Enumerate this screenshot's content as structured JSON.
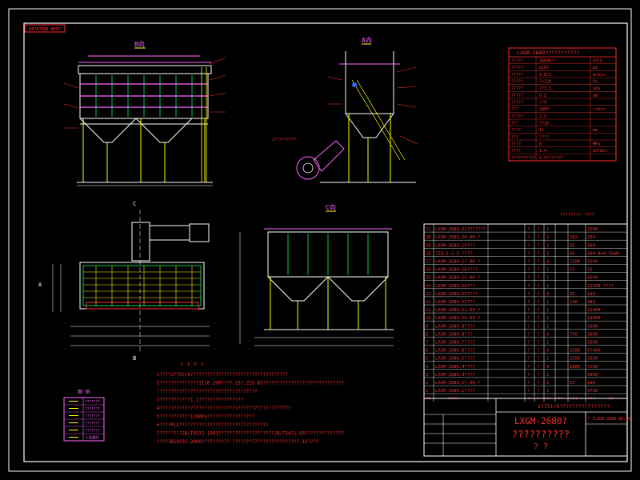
{
  "stamp": "00787888-8097",
  "views": {
    "view_b_label": "B向",
    "view_a_label": "A向",
    "view_c_label": "C向",
    "view_c_letter": "C",
    "view_b_letter": "B",
    "view_a_letter": "A",
    "fan_note": "2?????????"
  },
  "spec_table": {
    "title": "LXGM-2680???????????",
    "rows": [
      [
        "?????",
        "28000/?",
        "m3/h"
      ],
      [
        "?????",
        "6287",
        "m2"
      ],
      [
        "?????",
        "1.8~2",
        "m/min"
      ],
      [
        "?????",
        "?<120",
        "Pa"
      ],
      [
        "?????",
        "??3.5",
        "kPa"
      ],
      [
        "?????",
        "0.5",
        "kW"
      ],
      [
        "?????",
        "??4",
        ""
      ],
      [
        "???",
        "2800",
        "r/min"
      ],
      [
        "?????",
        "1.5",
        ""
      ],
      [
        "???",
        "??10",
        ""
      ],
      [
        "????",
        "11",
        "mm"
      ],
      [
        "???",
        "????",
        ""
      ],
      [
        "????",
        "6",
        "MPa"
      ],
      [
        "????",
        "1.4",
        "m3/min"
      ],
      [
        "??????????",
        "1.5???????",
        ""
      ]
    ]
  },
  "bom": {
    "title": "????????  ~???",
    "rows": [
      [
        "21",
        "LXGM-2680.21???????",
        "?",
        "?",
        "1",
        "",
        "1500"
      ],
      [
        "20",
        "LXGM-2680.20.00 ?",
        "?",
        "?",
        "2",
        "102",
        "204"
      ],
      [
        "19",
        "LXGM-2680.19???",
        "?",
        "?",
        "2",
        "85",
        "360"
      ],
      [
        "18",
        "JZQ-2-2.5  ????",
        "?",
        "?",
        "2",
        "65",
        "500 N=0.55kW"
      ],
      [
        "17",
        "LXGM-2680.17.00 ?",
        "?",
        "?",
        "4",
        "2300",
        "9200"
      ],
      [
        "16",
        "LXGM-2680.16????",
        "?",
        "?",
        "1",
        "53",
        "53"
      ],
      [
        "15",
        "LXGM-2680.15.00 ?",
        "?",
        "?",
        "1",
        "",
        "4500"
      ],
      [
        "14",
        "LXGM-2680.14???",
        "?",
        "?",
        "1",
        "",
        "11500 ????"
      ],
      [
        "13",
        "LXGM-2680.13????",
        "?",
        "?",
        "4",
        "35",
        "140"
      ],
      [
        "12",
        "LXGM-2680.12???",
        "?",
        "?",
        "1",
        "140",
        "380"
      ],
      [
        "11",
        "LXGM-2680.11.00 ?",
        "?",
        "?",
        "1",
        "",
        "11400"
      ],
      [
        "10",
        "LXGM-2680.10.00 ?",
        "?",
        "?",
        "1",
        "",
        "14000"
      ],
      [
        "9",
        "LXGM-2680.9????",
        "?",
        "?",
        "1",
        "",
        "4200"
      ],
      [
        "8",
        "LXGM-2680.8???",
        "?",
        "?",
        "4",
        "750",
        "3000"
      ],
      [
        "7",
        "LXGM-2680.7????",
        "?",
        "?",
        "1",
        "",
        "5600"
      ],
      [
        "6",
        "LXGM-2680.6????",
        "?",
        "?",
        "4",
        "1500",
        "6?400"
      ],
      [
        "5",
        "LXGM-2680.5????",
        "?",
        "?",
        "1",
        "2550",
        "2550"
      ],
      [
        "4",
        "LXGM-2680.4????",
        "?",
        "?",
        "4",
        "1800",
        "7200"
      ],
      [
        "3",
        "LXGM-2680.3????",
        "?",
        "?",
        "1",
        "",
        "5900"
      ],
      [
        "2",
        "LXGM-2680.2?.00 ?",
        "?",
        "?",
        "2",
        "53",
        "106"
      ],
      [
        "1",
        "LXGM-2680.1????",
        "?",
        "?",
        "1",
        "",
        "9700"
      ]
    ],
    "header": [
      "??",
      "????",
      "?",
      "?",
      "?",
      "??",
      "???",
      "???",
      "??"
    ]
  },
  "title_block": {
    "spec_line": "2?75t/h????????????????",
    "model": "LXGM-2680?",
    "name": "??????????",
    "sub": "?   ?",
    "code": "? ?LXGM-2680.00.00"
  },
  "notes": {
    "heading": "? ? ? ?",
    "lines": [
      "1????2?75t/h???????????????????????????????????",
      "2??????????????II16.200???7.23?,215.85?????????????????????????????",
      "????????????????????????????????????",
      "3???????????1.1????????????????",
      "4???????????????????????????????????????????????",
      "5???????????1200Pa?????????????????",
      "6????PLC????????????????????????????????",
      "7????????JB/T6532-1993????????????????????JB/T5471-93??????????????",
      "????JB10191-2000??????????  ????????????????????????.12????"
    ]
  },
  "legend": {
    "title": "图  例",
    "items": [
      "???????",
      "???????",
      "???????",
      "???????",
      "???????",
      "人员通行"
    ]
  }
}
